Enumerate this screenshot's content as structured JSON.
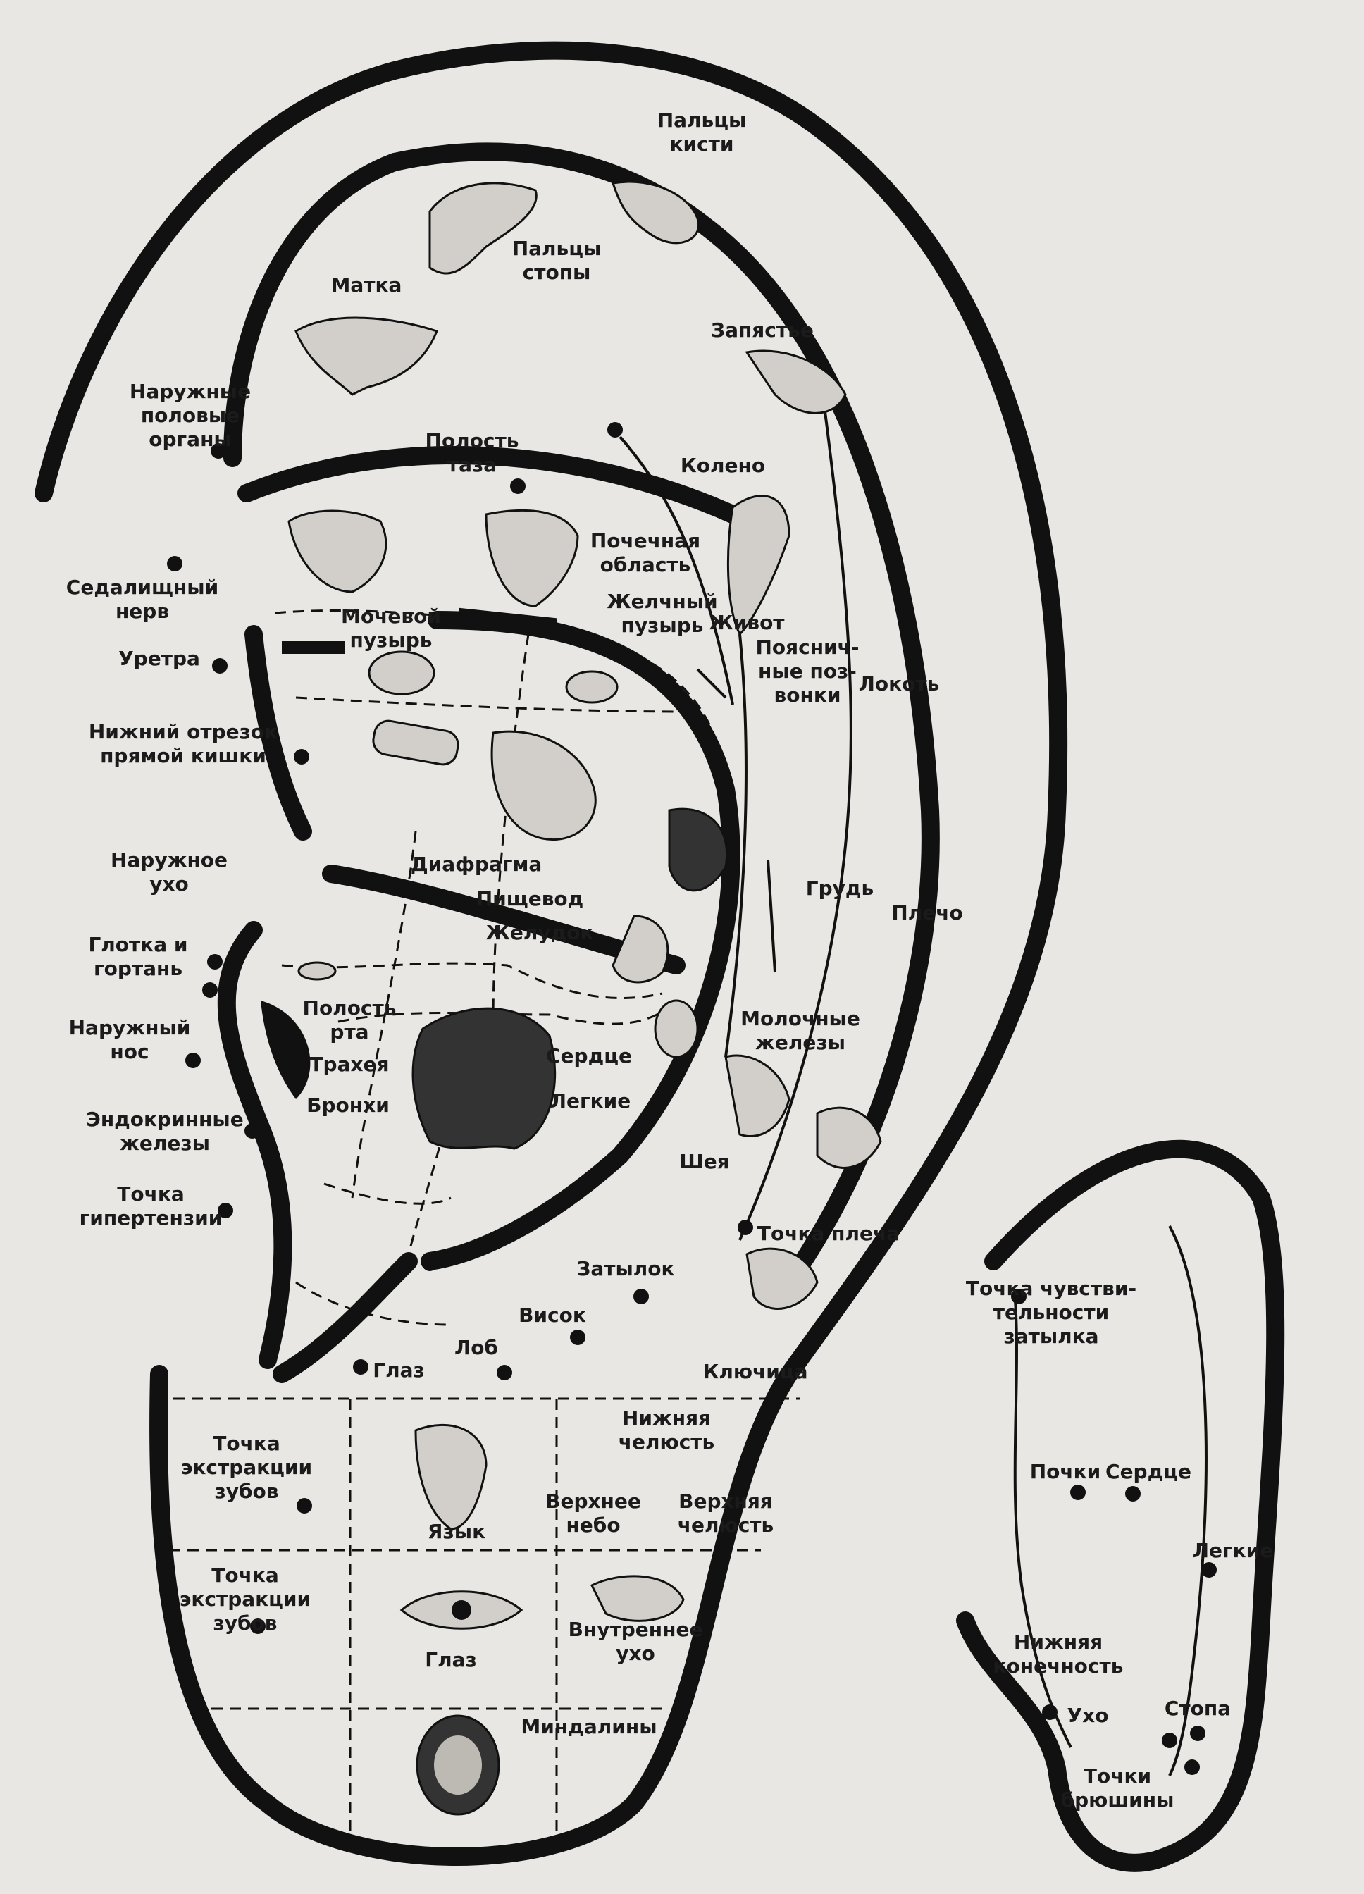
{
  "main_ear": {
    "labels": {
      "fingers": "Пальцы\nкисти",
      "toes": "Пальцы\nстопы",
      "uterus": "Матка",
      "wrist": "Запястье",
      "external_genitals": "Наружные\nполовые\nорганы",
      "pelvic_cavity": "Полость\nтаза",
      "knee": "Колено",
      "kidney_area": "Почечная\nобласть",
      "sciatic_nerve": "Седалищный\nнерв",
      "gallbladder": "Желчный\nпузырь",
      "abdomen": "Живот",
      "bladder": "Мочевой\nпузырь",
      "lumbar_vertebrae": "Пояснич-\nные поз-\nвонки",
      "elbow": "Локоть",
      "urethra": "Уретра",
      "lower_rectum": "Нижний отрезок\nпрямой кишки",
      "outer_ear": "Наружное\nухо",
      "diaphragm": "Диафрагма",
      "esophagus": "Пищевод",
      "chest": "Грудь",
      "stomach": "Желудок",
      "shoulder": "Плечо",
      "pharynx_larynx": "Глотка и\nгортань",
      "oral_cavity": "Полость\nрта",
      "mammary_glands": "Молочные\nжелезы",
      "external_nose": "Наружный\nнос",
      "trachea": "Трахея",
      "heart": "Сердце",
      "bronchi": "Бронхи",
      "lungs": "Легкие",
      "endocrine_glands": "Эндокринные\nжелезы",
      "neck": "Шея",
      "hypertension_point": "Точка\nгипертензии",
      "shoulder_point": "Точка плеча",
      "occiput": "Затылок",
      "temple": "Висок",
      "forehead": "Лоб",
      "eye_upper": "Глаз",
      "clavicle": "Ключица"
    }
  },
  "lobe": {
    "labels": {
      "tooth_extraction_1": "Точка\nэкстракции\nзубов",
      "lower_jaw": "Нижняя\nчелюсть",
      "tongue": "Язык",
      "upper_palate": "Верхнее\nнебо",
      "upper_jaw": "Верхняя\nчелюсть",
      "tooth_extraction_2": "Точка\nэкстракции\nзубов",
      "eye": "Глаз",
      "inner_ear": "Внутреннее\nухо",
      "tonsils": "Миндалины"
    }
  },
  "back_ear": {
    "labels": {
      "occiput_sensitivity": "Точка чувстви-\nтельности\nзатылка",
      "kidneys": "Почки",
      "heart": "Сердце",
      "lungs": "Легкие",
      "lower_limb": "Нижняя\nконечность",
      "ear": "Ухо",
      "foot": "Стопа",
      "peritoneum_points": "Точки\nбрюшины"
    }
  }
}
